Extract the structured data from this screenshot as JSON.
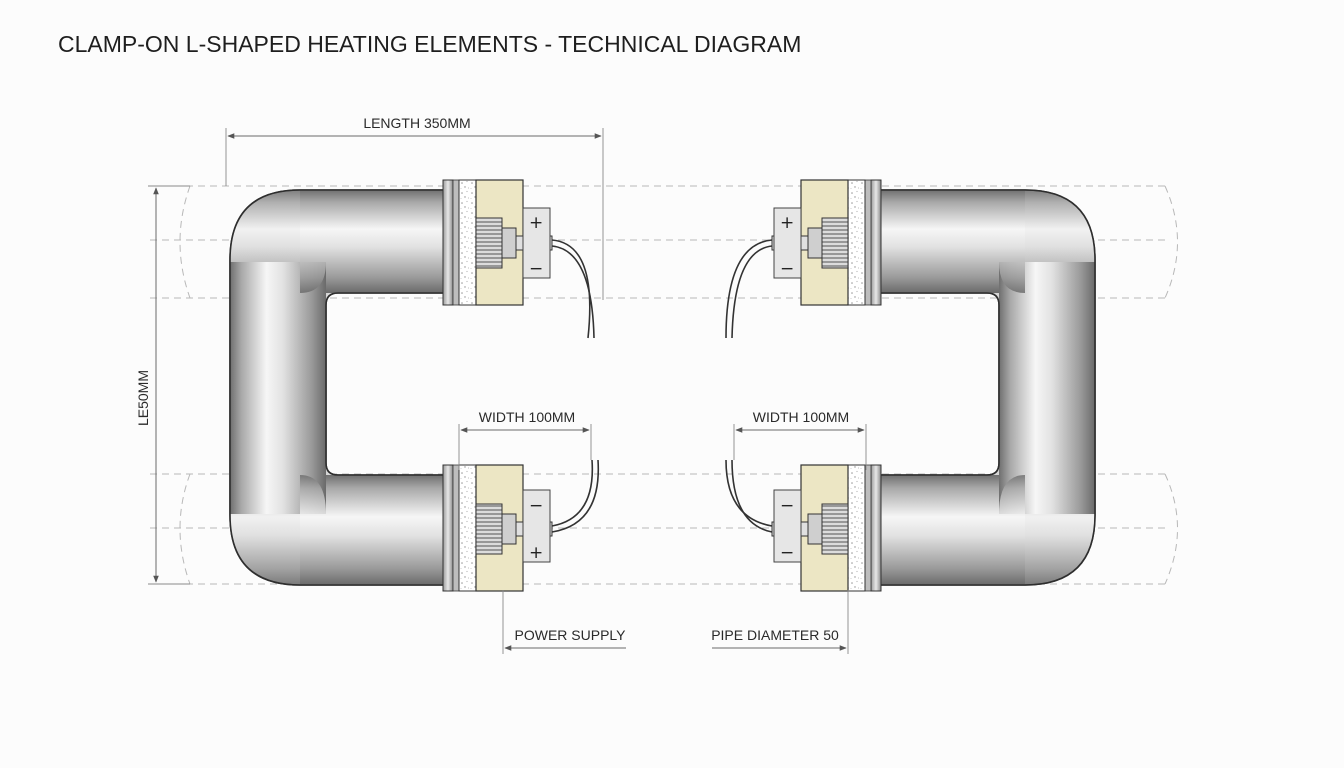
{
  "title": "CLAMP-ON L-SHAPED HEATING ELEMENTS - TECHNICAL DIAGRAM",
  "dimensions": {
    "length": "LENGTH 350MM",
    "height": "LE50MM",
    "width_left": "WIDTH 100MM",
    "width_right": "WIDTH 100MM",
    "power_supply": "POWER SUPPLY",
    "pipe_diameter": "PIPE DIAMETER 50"
  },
  "terminals": {
    "top_left": [
      "+",
      "−"
    ],
    "top_right": [
      "+",
      "−"
    ],
    "bottom_left": [
      "−",
      "+"
    ],
    "bottom_right": [
      "−",
      "−"
    ]
  },
  "colors": {
    "pipe_light": "#f4f4f4",
    "pipe_dark": "#8c8c8c",
    "clamp_body": "#ece6c4",
    "insulation": "#ffffff",
    "outline": "#3a3a3a",
    "ghost_pipe": "#b8b8b8"
  }
}
